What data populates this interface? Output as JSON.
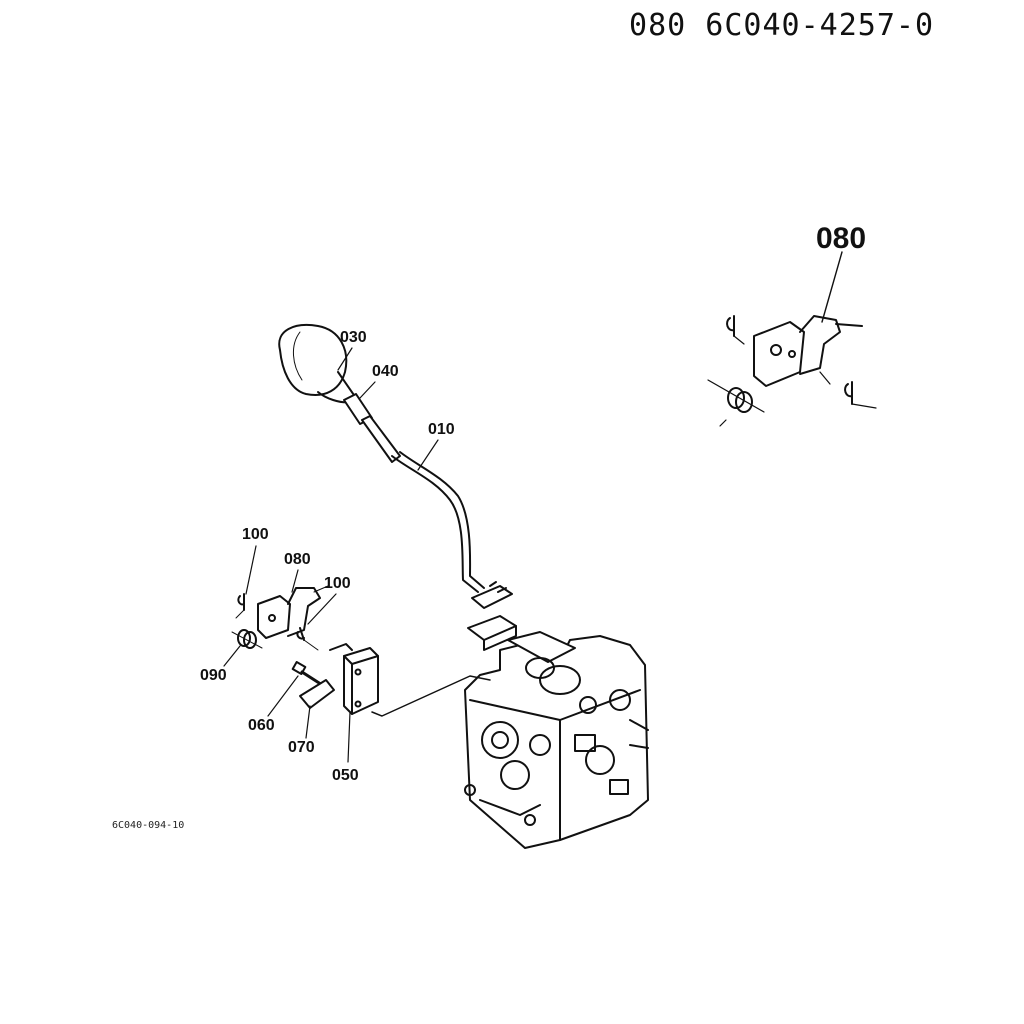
{
  "header": {
    "part_number": "080 6C040-4257-0"
  },
  "detail": {
    "callout": "080"
  },
  "callouts": {
    "knob": "030",
    "sleeve": "040",
    "lever": "010",
    "pin_upper": "100",
    "bracket": "080",
    "pin_right": "100",
    "spring": "090",
    "bolt": "060",
    "plate": "070",
    "switch": "050"
  },
  "figure": {
    "code": "6C040-094-10"
  }
}
